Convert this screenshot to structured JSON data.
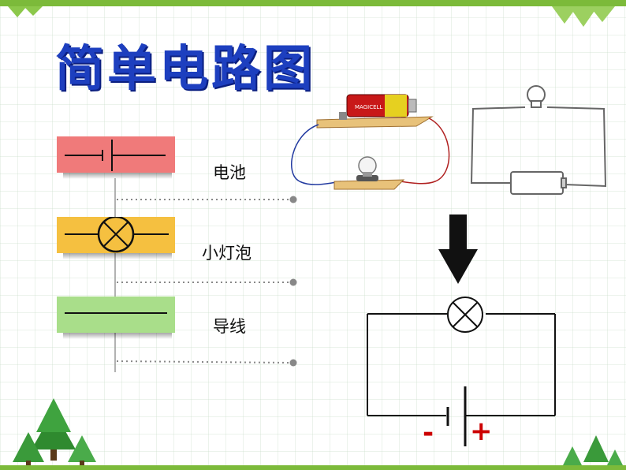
{
  "title": "简单电路图",
  "legend": [
    {
      "label": "电池",
      "color": "#f07a7a"
    },
    {
      "label": "小灯泡",
      "color": "#f5c040"
    },
    {
      "label": "导线",
      "color": "#a9de8a"
    }
  ],
  "schematic": {
    "minus_sign": "-",
    "plus_sign": "+"
  },
  "colors": {
    "title": "#1d3fbf",
    "accent_green": "#7cba3a",
    "sign_red": "#cc0000"
  },
  "battery_print": "MAGICELL"
}
